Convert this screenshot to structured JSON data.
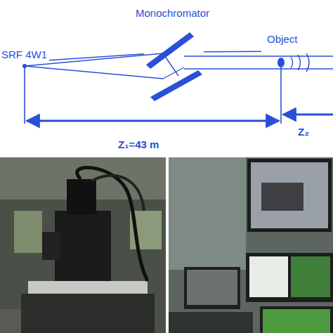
{
  "diagram": {
    "nodes": [
      {
        "text": [
          "SRF 4W1"
        ]
      },
      {
        "text": [
          "Monochromator"
        ]
      },
      {
        "text": [
          "Object"
        ]
      }
    ],
    "edges": [
      {
        "from": 0,
        "to": 1,
        "arrow": "none"
      },
      {
        "from": 1,
        "to": 2,
        "arrow": "none"
      }
    ],
    "labels": [
      "Z₁=43 m",
      "Z₂"
    ]
  }
}
